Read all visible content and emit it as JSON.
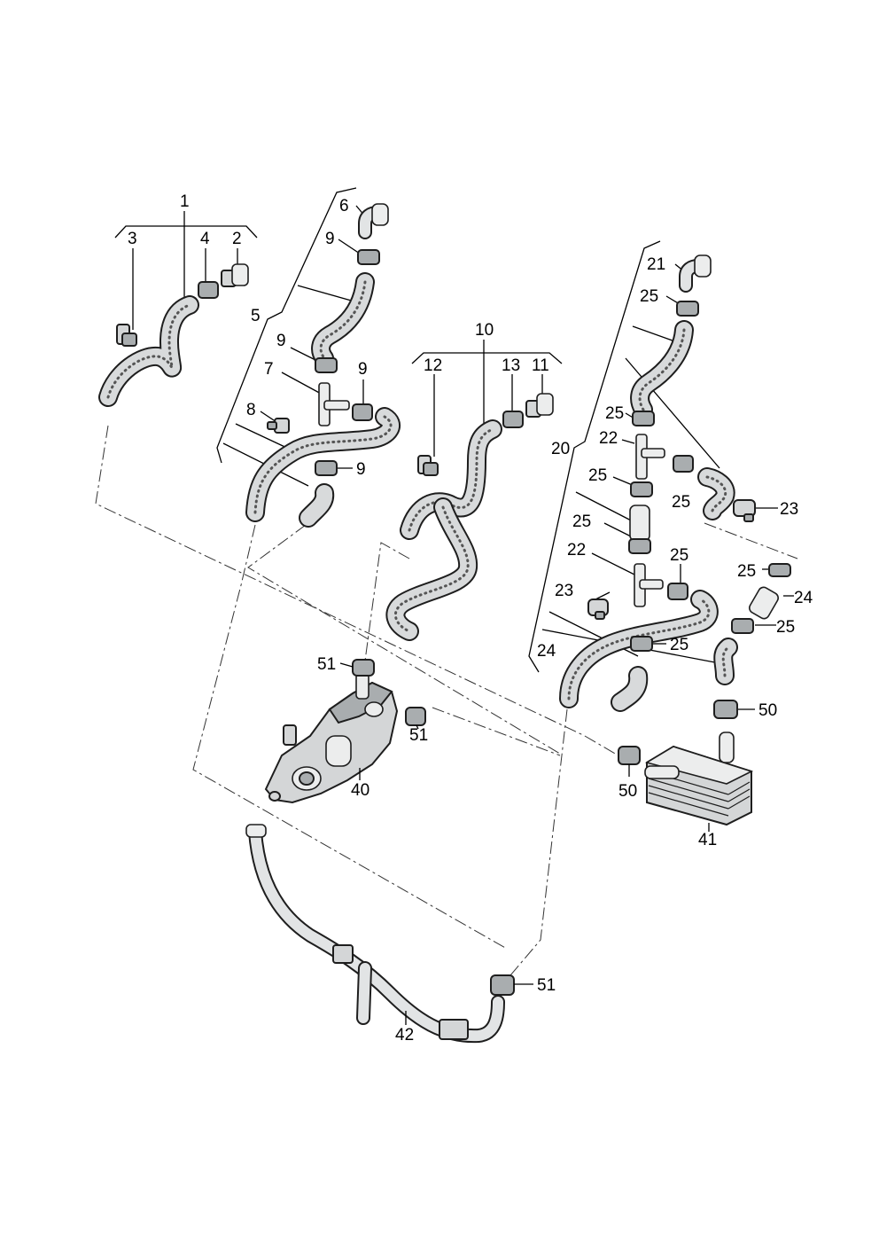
{
  "labels": {
    "p1": "1",
    "p2": "2",
    "p3": "3",
    "p4": "4",
    "p5": "5",
    "p6": "6",
    "p7": "7",
    "p8": "8",
    "p9": "9",
    "p10": "10",
    "p11": "11",
    "p12": "12",
    "p13": "13",
    "p20": "20",
    "p21": "21",
    "p22": "22",
    "p23": "23",
    "p24": "24",
    "p25": "25",
    "p40": "40",
    "p41": "41",
    "p42": "42",
    "p50": "50",
    "p51": "51"
  }
}
